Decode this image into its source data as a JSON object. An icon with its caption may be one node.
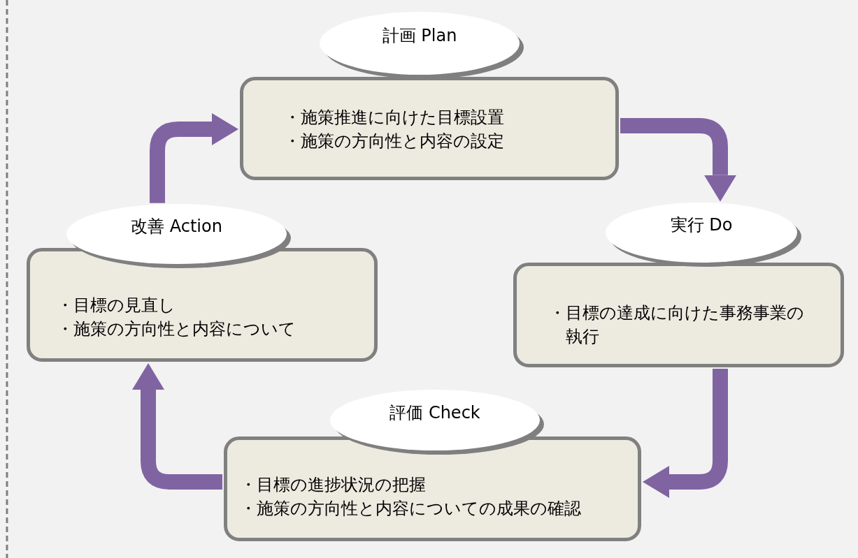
{
  "diagram": {
    "nodes": [
      {
        "text": [
          "計画 Plan"
        ]
      },
      {
        "text": [
          "・施策推進に向けた目標設置",
          "・施策の方向性と内容の設定"
        ]
      },
      {
        "text": [
          "改善 Action"
        ]
      },
      {
        "text": [
          "実行 Do"
        ]
      },
      {
        "text": [
          "・目標の見直し",
          "・施策の方向性と内容について"
        ]
      },
      {
        "text": [
          "・目標の達成に向けた事務事業の執行"
        ]
      },
      {
        "text": [
          "評価 Check"
        ]
      },
      {
        "text": [
          "・目標の進捗状況の把握",
          "・施策の方向性と内容についての成果の確認"
        ]
      }
    ],
    "edges": [
      {
        "from": 1,
        "to": 3,
        "arrow": "to"
      },
      {
        "from": 5,
        "to": 7,
        "arrow": "to"
      },
      {
        "from": 7,
        "to": 4,
        "arrow": "to"
      },
      {
        "from": 2,
        "to": 1,
        "arrow": "to"
      }
    ]
  }
}
